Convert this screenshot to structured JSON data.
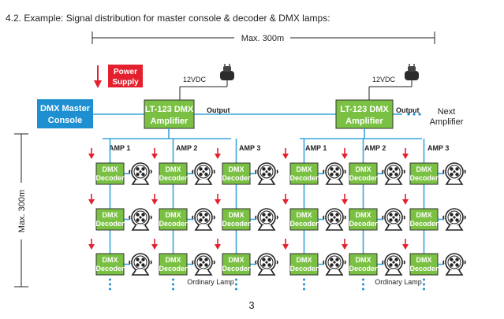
{
  "heading": "4.2. Example: Signal distribution for master console & decoder & DMX lamps:",
  "span_label_horizontal": "Max. 300m",
  "span_label_vertical": "Max. 300m",
  "power_supply": {
    "line1": "Power",
    "line2": "Supply"
  },
  "master_console": {
    "line1": "DMX Master",
    "line2": "Console"
  },
  "amplifier": {
    "line1": "LT-123 DMX",
    "line2": "Amplifier"
  },
  "adapter_label": "12VDC",
  "output_label": "Output",
  "next_amplifier": {
    "line1": "Next",
    "line2": "Amplifier"
  },
  "amp_labels": [
    "AMP 1",
    "AMP 2",
    "AMP 3"
  ],
  "decoder": {
    "line1": "DMX",
    "line2": "Decoder"
  },
  "lamp_caption": "Ordinary Lamp",
  "page_number": "3",
  "colors": {
    "decoder_fill": "#7ac143",
    "amplifier_fill": "#7ac143",
    "console_fill": "#1e8fd0",
    "power_fill": "#e5202e",
    "bus_line": "#3aa6dc",
    "arrow": "#e5202e",
    "dots": "#1e8fd0"
  },
  "icons": {
    "adapter": "power-adapter-icon",
    "lamp": "lamp-icon",
    "arrow": "down-arrow-icon"
  }
}
